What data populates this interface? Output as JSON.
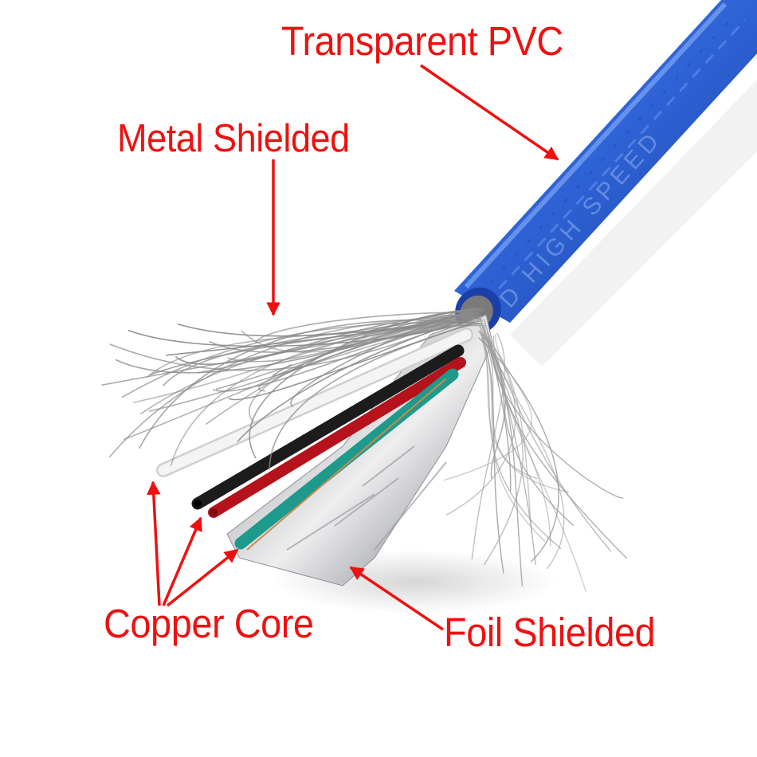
{
  "labels": {
    "transparent_pvc": "Transparent PVC",
    "metal_shielded": "Metal Shielded",
    "copper_core": "Copper Core",
    "foil_shielded": "Foil Shielded"
  },
  "cable": {
    "jacket_print": "D HIGH SPEED",
    "wire_colors": [
      "white",
      "black",
      "red",
      "green"
    ]
  },
  "colors": {
    "annotation": "#ee1111",
    "jacket": "#2f63d6",
    "jacket_dark": "#1b3fa3",
    "braid": "#9a9a9a",
    "foil": "#d9dadc",
    "wire_white": "#f2f2f2",
    "wire_black": "#1c1c1c",
    "wire_red": "#b5121b",
    "wire_green": "#1e9a8c",
    "copper": "#c98a4e"
  }
}
